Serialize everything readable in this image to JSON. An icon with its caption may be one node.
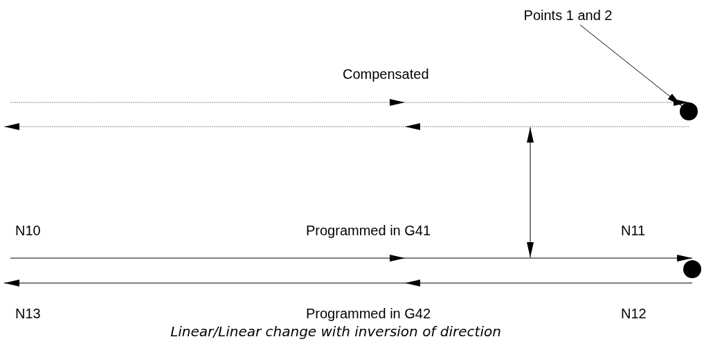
{
  "diagram": {
    "caption": "Linear/Linear change with inversion of direction",
    "nodes": [
      {
        "text": [
          "Points 1 and 2"
        ]
      },
      {
        "text": [],
        "shape": "circle"
      },
      {
        "text": [],
        "shape": "circle"
      }
    ],
    "edges": [
      {
        "from": 0,
        "to": 1,
        "arrow": "to"
      },
      {
        "from": null,
        "to": 1,
        "arrow": "to",
        "style": "dashed",
        "color": "#8c8c8c"
      },
      {
        "from": 1,
        "to": null,
        "arrow": "to",
        "style": "dashed",
        "color": "#8c8c8c"
      },
      {
        "from": null,
        "to": 2,
        "arrow": "to"
      },
      {
        "from": 2,
        "to": null,
        "arrow": "to"
      }
    ],
    "labels": [
      "Compensated",
      "N10",
      "Programmed in G41",
      "N11",
      "N13",
      "Programmed in G42",
      "N12"
    ]
  }
}
